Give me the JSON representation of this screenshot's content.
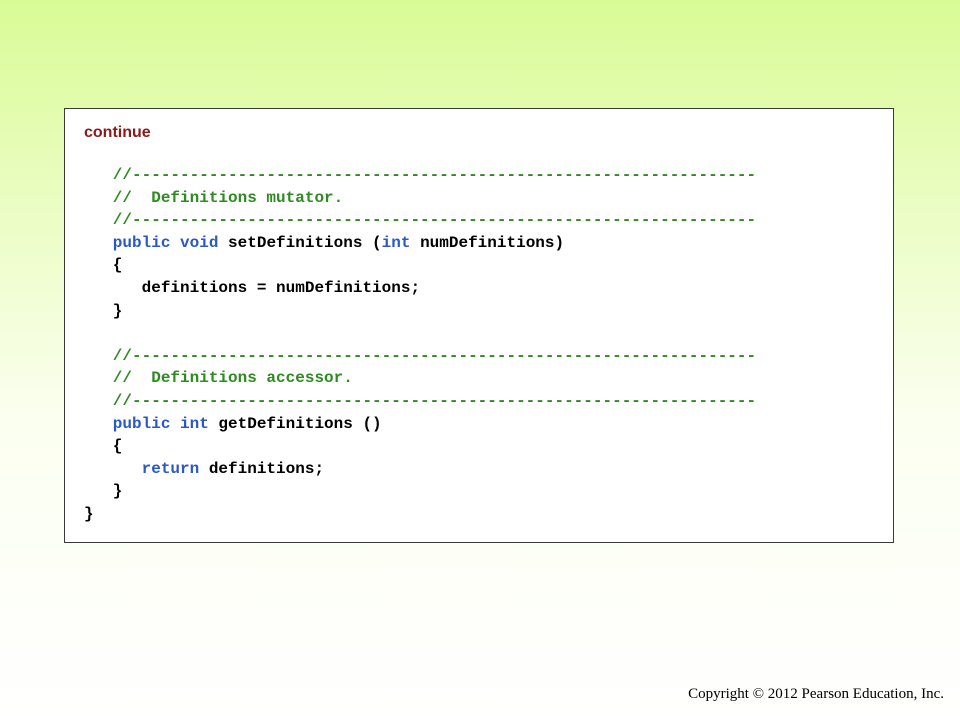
{
  "slide": {
    "continue_label": "continue",
    "copyright": "Copyright © 2012 Pearson Education, Inc."
  },
  "code": {
    "lines": [
      [
        [
          "comment",
          "   //-----------------------------------------------------------------"
        ]
      ],
      [
        [
          "comment",
          "   //  Definitions mutator."
        ]
      ],
      [
        [
          "comment",
          "   //-----------------------------------------------------------------"
        ]
      ],
      [
        [
          "keyword",
          "   public void "
        ],
        [
          "plain",
          "setDefinitions ("
        ],
        [
          "keyword",
          "int"
        ],
        [
          "plain",
          " numDefinitions)"
        ]
      ],
      [
        [
          "plain",
          "   {"
        ]
      ],
      [
        [
          "plain",
          "      definitions = numDefinitions;"
        ]
      ],
      [
        [
          "plain",
          "   }"
        ]
      ],
      [
        [
          "plain",
          ""
        ]
      ],
      [
        [
          "comment",
          "   //-----------------------------------------------------------------"
        ]
      ],
      [
        [
          "comment",
          "   //  Definitions accessor."
        ]
      ],
      [
        [
          "comment",
          "   //-----------------------------------------------------------------"
        ]
      ],
      [
        [
          "keyword",
          "   public int "
        ],
        [
          "plain",
          "getDefinitions ()"
        ]
      ],
      [
        [
          "plain",
          "   {"
        ]
      ],
      [
        [
          "keyword",
          "      return"
        ],
        [
          "plain",
          " definitions;"
        ]
      ],
      [
        [
          "plain",
          "   }"
        ]
      ],
      [
        [
          "plain",
          "}"
        ]
      ]
    ]
  },
  "colors": {
    "comment": "#2e8b1f",
    "keyword": "#2a57c9",
    "continue_label": "#8b1a1a",
    "background_top": "#d9fb96"
  }
}
